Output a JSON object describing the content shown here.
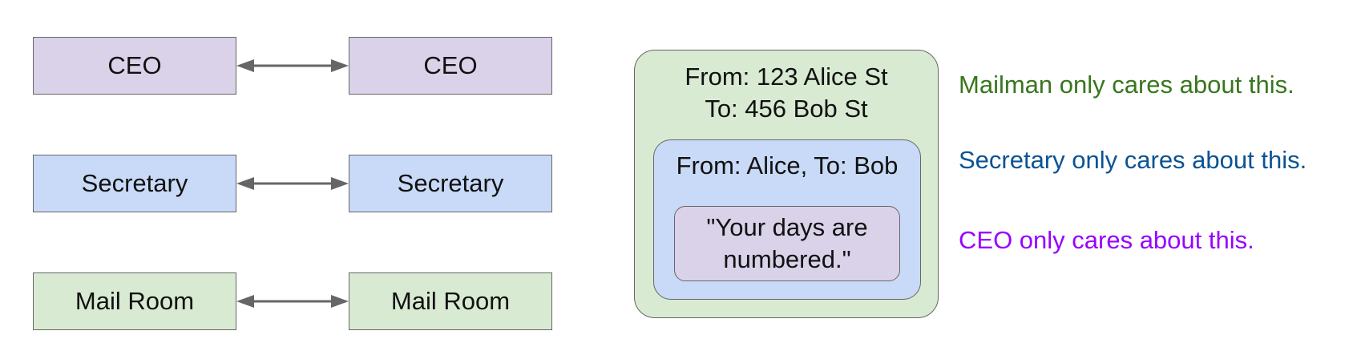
{
  "colors": {
    "ceo_fill": "#d9d2e9",
    "secretary_fill": "#c9daf8",
    "mailroom_fill": "#d9ead3",
    "border": "#666666",
    "arrow": "#666666",
    "mailman_note": "#38761d",
    "secretary_note": "#0b5394",
    "ceo_note": "#9900ff"
  },
  "stack": {
    "ceo": {
      "left": "CEO",
      "right": "CEO"
    },
    "secretary": {
      "left": "Secretary",
      "right": "Secretary"
    },
    "mail_room": {
      "left": "Mail Room",
      "right": "Mail Room"
    }
  },
  "envelope": {
    "outer": {
      "from": "From: 123 Alice St",
      "to": "To: 456 Bob St"
    },
    "middle": {
      "header": "From: Alice, To: Bob"
    },
    "inner": {
      "line1": "\"Your days are",
      "line2": "numbered.\""
    }
  },
  "notes": {
    "mailman": "Mailman only cares about this.",
    "secretary": "Secretary only cares about this.",
    "ceo": "CEO only cares about this."
  }
}
